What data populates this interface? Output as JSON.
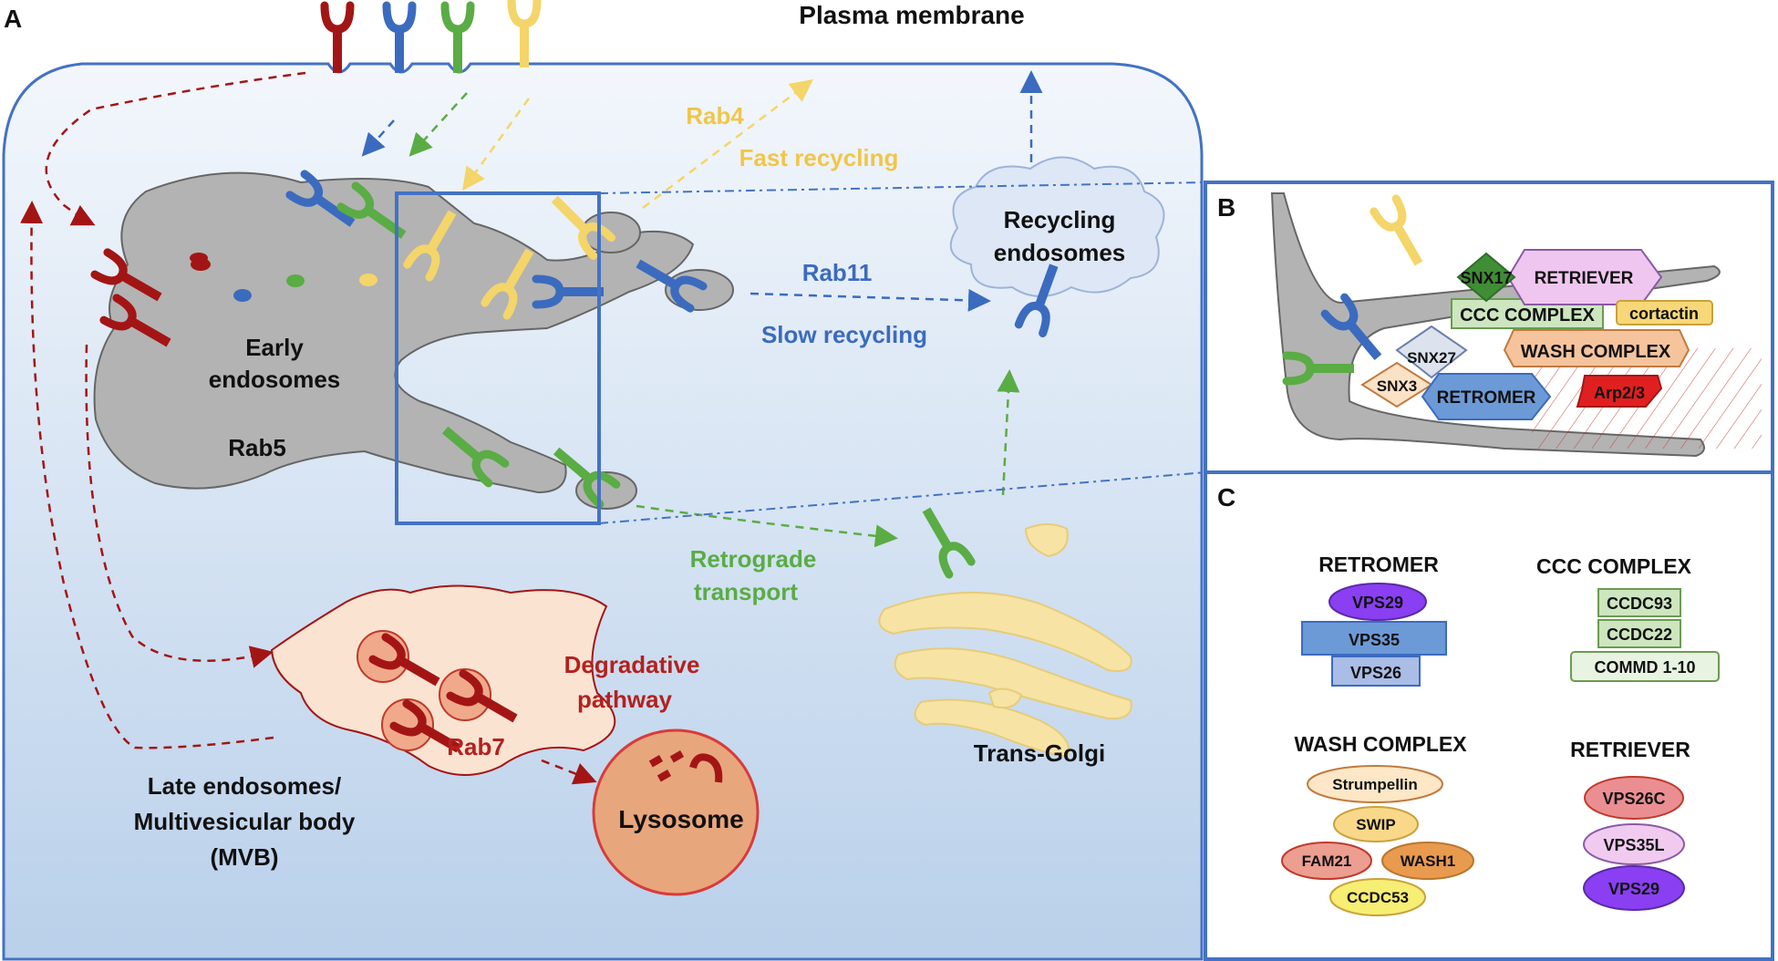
{
  "panel_letters": {
    "a": "A",
    "b": "B",
    "c": "C"
  },
  "panel_a": {
    "plasma_membrane": "Plasma membrane",
    "early_endosomes": [
      "Early",
      "endosomes"
    ],
    "rab5": "Rab5",
    "rab4": "Rab4",
    "fast_recycling": "Fast recycling",
    "rab11": "Rab11",
    "slow_recycling": "Slow recycling",
    "recycling_endosomes": [
      "Recycling",
      "endosomes"
    ],
    "retrograde": [
      "Retrograde",
      "transport"
    ],
    "trans_golgi": "Trans-Golgi",
    "degradative": [
      "Degradative",
      "pathway"
    ],
    "rab7": "Rab7",
    "lysosome": "Lysosome",
    "late_endosomes": [
      "Late endosomes/",
      "Multivesicular body",
      "(MVB)"
    ]
  },
  "panel_b": {
    "snx17": "SNX17",
    "retriever": "RETRIEVER",
    "ccc_complex": "CCC COMPLEX",
    "cortactin": "cortactin",
    "wash_complex": "WASH COMPLEX",
    "snx27": "SNX27",
    "snx3": "SNX3",
    "retromer": "RETROMER",
    "arp23": "Arp2/3"
  },
  "panel_c": {
    "retromer": {
      "title": "RETROMER",
      "subunits": [
        "VPS29",
        "VPS35",
        "VPS26"
      ]
    },
    "ccc": {
      "title": "CCC COMPLEX",
      "subunits": [
        "CCDC93",
        "CCDC22",
        "COMMD 1-10"
      ]
    },
    "wash": {
      "title": "WASH COMPLEX",
      "subunits": [
        "Strumpellin",
        "SWIP",
        "FAM21",
        "WASH1",
        "CCDC53"
      ]
    },
    "retriever": {
      "title": "RETRIEVER",
      "subunits": [
        "VPS26C",
        "VPS35L",
        "VPS29"
      ]
    }
  },
  "colors": {
    "red_receptor": "#a31515",
    "blue_receptor": "#3b6bbf",
    "green_receptor": "#5aac44",
    "yellow_receptor": "#f4d56a",
    "cell_fill_top": "#f2f6fc",
    "cell_fill_bottom": "#bcd3ec",
    "endosome_gray": "#b3b3b3",
    "frame_blue": "#4472c4"
  }
}
